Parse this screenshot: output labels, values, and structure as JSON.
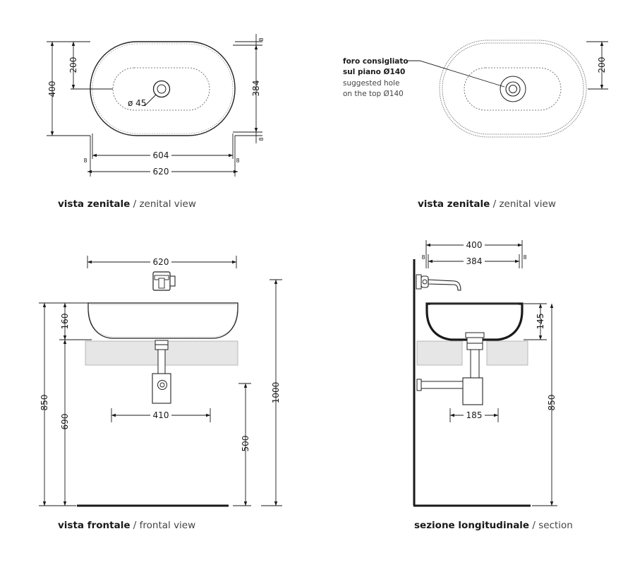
{
  "views": {
    "top_left": {
      "caption_main": "vista zenitale",
      "caption_sep": " / ",
      "caption_sub": "zenital view",
      "dims": {
        "height": "400",
        "half": "200",
        "inner": "384",
        "rim_top": "8",
        "rim_bottom": "8",
        "inner_width": "604",
        "rim_left": "8",
        "rim_right": "8",
        "width": "620",
        "drain": "ø 45"
      }
    },
    "top_right": {
      "caption_main": "vista zenitale",
      "caption_sep": " / ",
      "caption_sub": "zenital view",
      "dims": {
        "half": "200"
      },
      "note": {
        "it_line1": "foro consigliato",
        "it_line2": "sul piano Ø140",
        "en_line1": "suggested hole",
        "en_line2": "on the top Ø140"
      }
    },
    "front": {
      "caption_main": "vista frontale",
      "caption_sep": " / ",
      "caption_sub": "frontal view",
      "dims": {
        "width": "620",
        "bowl_height": "160",
        "total": "850",
        "lower": "690",
        "siphon": "410",
        "drain_height": "500",
        "tap_height": "1000"
      }
    },
    "section": {
      "caption_main": "sezione longitudinale",
      "caption_sep": " / ",
      "caption_sub": "section",
      "dims": {
        "outer": "400",
        "inner": "384",
        "rim_left": "8",
        "rim_right": "8",
        "bowl_height": "145",
        "siphon": "185",
        "total": "850"
      }
    }
  }
}
